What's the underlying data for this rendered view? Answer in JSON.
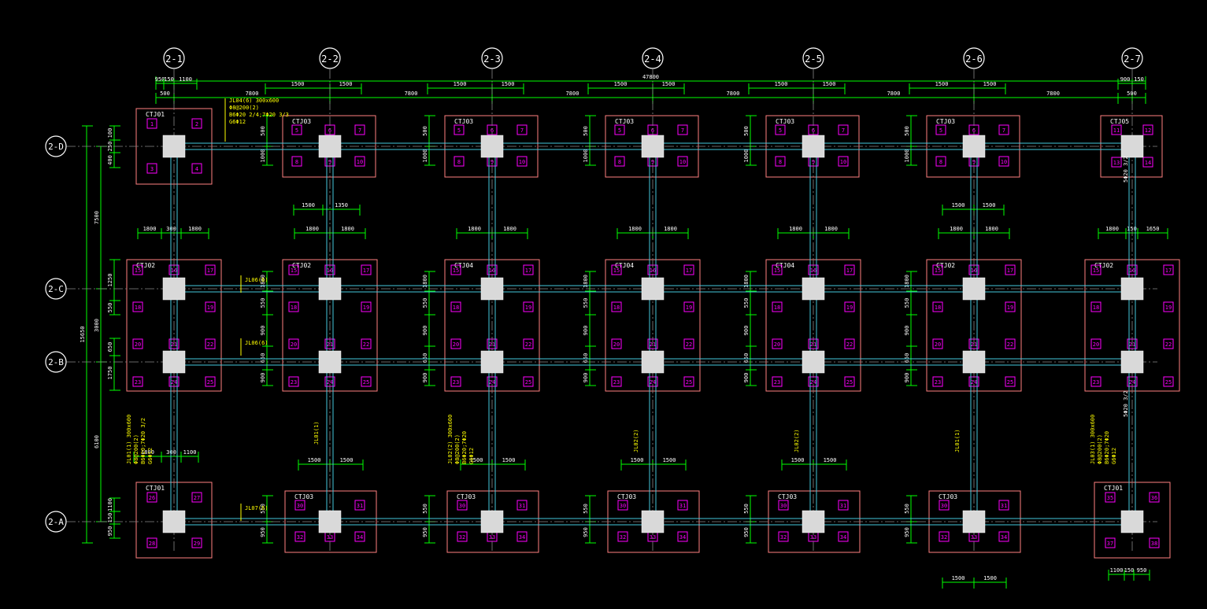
{
  "colors": {
    "background": "#000000",
    "dimension": "#00ff00",
    "axis_line": "#ffffff",
    "beam": "#44c8dc",
    "pile_cap": "#ff7f7f",
    "pile": "#ff00ff",
    "column": "#d9d9d9",
    "annotation": "#ffff00",
    "label": "#ffffff"
  },
  "grid": {
    "columns": [
      {
        "label": "2-1"
      },
      {
        "label": "2-2"
      },
      {
        "label": "2-3"
      },
      {
        "label": "2-4"
      },
      {
        "label": "2-5"
      },
      {
        "label": "2-6"
      },
      {
        "label": "2-7"
      }
    ],
    "rows": [
      {
        "label": "2-D"
      },
      {
        "label": "2-C"
      },
      {
        "label": "2-B"
      },
      {
        "label": "2-A"
      }
    ]
  },
  "top_dimensions": {
    "overall": "47800",
    "bays": [
      "7800",
      "7800",
      "7800",
      "7800",
      "7800",
      "7800"
    ],
    "first_edge": [
      "950",
      "150",
      "1100"
    ],
    "last_edge": [
      "900",
      "150"
    ],
    "first_cap_offset": "500",
    "last_cap_offset": "500"
  },
  "left_dimensions": {
    "overall": "15650",
    "d_to_c": "7500",
    "c_to_b": "3000",
    "b_to_a": "6100",
    "d_cap": [
      "100",
      "250",
      "400"
    ],
    "c_cap": [
      "1250",
      "550"
    ],
    "b_cap": [
      "650",
      "1750"
    ],
    "a_cap": [
      "1100",
      "150",
      "950"
    ]
  },
  "pile_caps": {
    "row_D": [
      "CTJ01",
      "CTJ03",
      "CTJ03",
      "CTJ03",
      "CTJ03",
      "CTJ03",
      "CTJ05"
    ],
    "row_CB": [
      "CTJ02",
      "CTJ02",
      "CTJ04",
      "CTJ04",
      "CTJ04",
      "CTJ02",
      "CTJ02"
    ],
    "row_A": [
      "CTJ01",
      "CTJ03",
      "CTJ03",
      "CTJ03",
      "CTJ03",
      "CTJ03",
      "CTJ01"
    ]
  },
  "cap_dims": {
    "d_cap_a": "500",
    "d_cap_b": "1000",
    "d_cap_c": "550",
    "d_cap_d": "950",
    "cb_span": [
      "1800",
      "1800"
    ],
    "cb_span_first": [
      "1800",
      "300",
      "1800"
    ],
    "cb_span_last": [
      "1800",
      "150",
      "1650"
    ],
    "a_span": [
      "1500",
      "1500"
    ],
    "a_span_first": [
      "1800",
      "300",
      "1100"
    ],
    "under_d_2": [
      "1500",
      "1350"
    ],
    "under_d_6": [
      "1500",
      "1500"
    ],
    "bottom_span": [
      "1500",
      "1500"
    ],
    "bottom_span_last": [
      "1100",
      "150",
      "950"
    ]
  },
  "annotations": {
    "beam_d": [
      "JL04(6) 300x600",
      "Φ8@200(2)",
      "B6Φ20 2/4;7Φ20 3/3",
      "G6Φ12"
    ],
    "beam_c": "JL06(6)",
    "beam_b": "JL06(6)",
    "beam_a": "JL07(6)",
    "col1": [
      "JL01(1) 300x600",
      "Φ8@200(2)",
      "B6Φ20;7Φ20 3/2",
      "G6Φ12"
    ],
    "col2": "JL01(1)",
    "col3": [
      "JL02(2) 300x600",
      "Φ8@200(2)",
      "B6Φ20;7Φ20",
      "G6Φ12"
    ],
    "col4": "JL02(2)",
    "col5": "JL02(2)",
    "col6": "JL01(1)",
    "col7": [
      "JL03(1) 300x600",
      "Φ8@200(2)",
      "B6Φ20;7Φ20",
      "G6Φ12"
    ],
    "right_note_d": "5Φ20 3/2",
    "right_note_b": "5Φ20 3/2"
  },
  "pile_numbers": [
    [
      "1",
      "2",
      "3",
      "4"
    ],
    [
      "7",
      "8",
      "9",
      "10"
    ],
    [
      "12",
      "13",
      "14",
      "15",
      "16"
    ],
    [
      "17",
      "18",
      "19",
      "20",
      "21"
    ],
    [
      "22",
      "23",
      "24",
      "25",
      "26"
    ],
    [
      "27",
      "28",
      "29",
      "30",
      "31"
    ],
    [
      "32",
      "33",
      "34"
    ]
  ]
}
